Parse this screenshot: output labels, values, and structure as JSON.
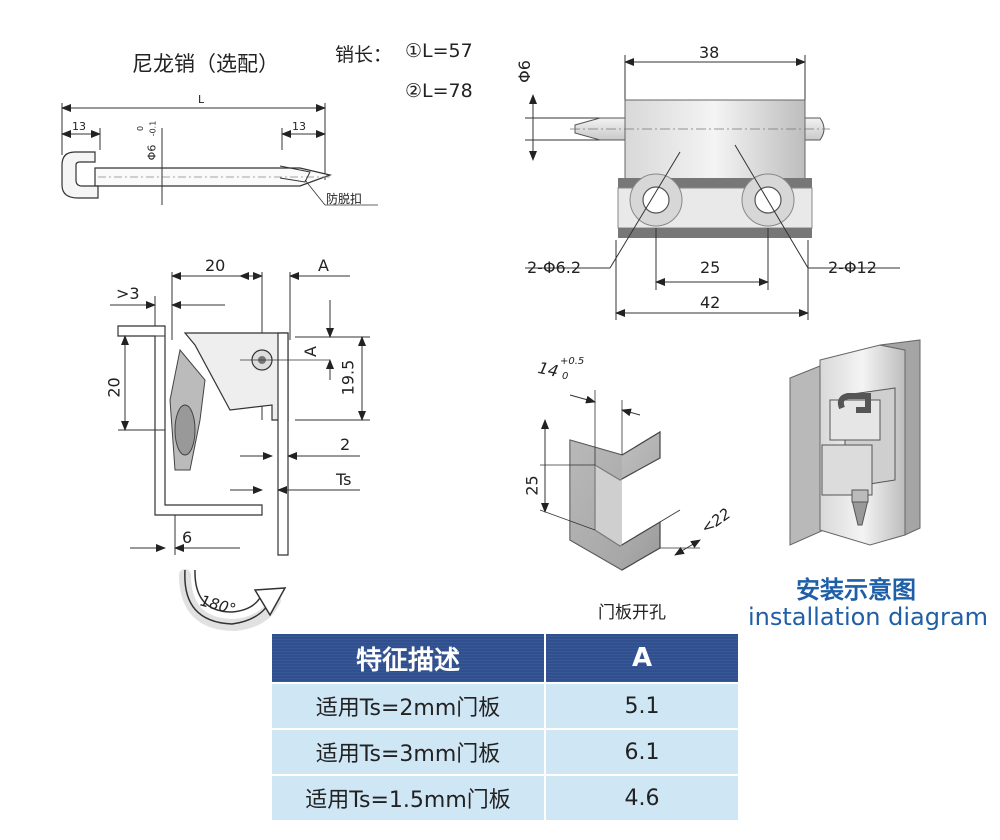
{
  "pin": {
    "title": "尼龙销（选配）",
    "length_label": "销长：",
    "length_option_1": "①L=57",
    "length_option_2": "②L=78",
    "dim_L": "L",
    "dim_left": "13",
    "dim_right": "13",
    "dim_dia": "Φ6",
    "dim_tol_upper": "0",
    "dim_tol_lower": "-0.1",
    "anti_drop_label": "防脱扣"
  },
  "front_view": {
    "dim_top": "38",
    "dim_dia": "Φ6",
    "dim_hole_small": "2-Φ6.2",
    "dim_hole_large": "2-Φ12",
    "dim_spacing": "25",
    "dim_base": "42"
  },
  "side_view": {
    "dim_20_top": "20",
    "dim_A_top": "A",
    "dim_gt3": ">3",
    "dim_A_side": "A",
    "dim_19_5": "19.5",
    "dim_20_left": "20",
    "dim_2": "2",
    "dim_Ts": "Ts",
    "dim_6": "6",
    "rotation_label": "180°"
  },
  "cutout": {
    "dim_14": "14",
    "dim_tol_upper": "+0.5",
    "dim_tol_lower": "0",
    "dim_25": "25",
    "dim_22": "<22",
    "caption": "门板开孔"
  },
  "installation": {
    "title_cn": "安装示意图",
    "title_en": "installation diagram"
  },
  "table": {
    "headers": [
      "特征描述",
      "A"
    ],
    "rows": [
      {
        "feature": "适用Ts=2mm门板",
        "value": "5.1"
      },
      {
        "feature": "适用Ts=3mm门板",
        "value": "6.1"
      },
      {
        "feature": "适用Ts=1.5mm门板",
        "value": "4.6"
      }
    ]
  },
  "colors": {
    "table_header_bg": "#2f4f8f",
    "table_cell_bg": "#cfe6f5",
    "title_blue": "#1f5fa8"
  }
}
